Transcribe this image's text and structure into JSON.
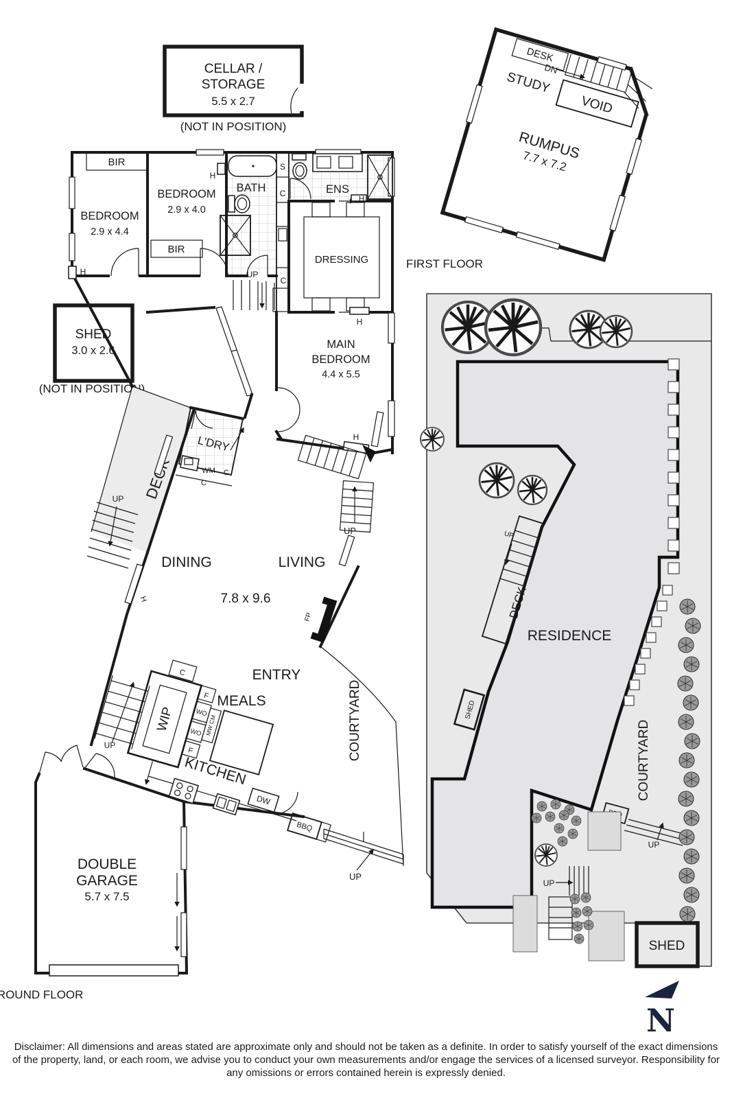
{
  "labels": {
    "up": "UP",
    "dn": "DN",
    "h": "H",
    "c": "C",
    "s": "S",
    "f": "F",
    "wo": "WO",
    "mw_cm": "MW CM",
    "wm": "WM",
    "fp": "FP",
    "dw": "DW",
    "bbq": "BBQ",
    "desk": "DESK",
    "void": "VOID",
    "bir": "BIR"
  },
  "cellar": {
    "line1": "CELLAR /",
    "line2": "STORAGE",
    "dim": "5.5 x 2.7",
    "note": "(NOT IN POSITION)"
  },
  "shed_nip": {
    "name": "SHED",
    "dim": "3.0 x 2.6",
    "note": "(NOT IN POSITION)"
  },
  "first_floor": {
    "title": "FIRST FLOOR",
    "study": "STUDY",
    "rumpus": "RUMPUS",
    "rumpus_dim": "7.7 x 7.2"
  },
  "ground_floor": {
    "title": "GROUND FLOOR",
    "bedroom1": "BEDROOM",
    "bedroom1_dim": "2.9 x 4.4",
    "bedroom2": "BEDROOM",
    "bedroom2_dim": "2.9 x 4.0",
    "bath": "BATH",
    "ens": "ENS",
    "dressing": "DRESSING",
    "main1": "MAIN",
    "main2": "BEDROOM",
    "main_dim": "4.4 x 5.5",
    "ldry": "L'DRY",
    "deck": "DECK",
    "dining": "DINING",
    "living": "LIVING",
    "living_dim": "7.8 x 9.6",
    "entry": "ENTRY",
    "meals": "MEALS",
    "wip": "WIP",
    "kitchen": "KITCHEN",
    "courtyard": "COURTYARD",
    "garage1": "DOUBLE",
    "garage2": "GARAGE",
    "garage_dim": "5.7 x 7.5"
  },
  "site": {
    "residence": "RESIDENCE",
    "deck": "DECK",
    "shed": "SHED",
    "courtyard": "COURTYARD",
    "shed_box": "SHED"
  },
  "compass": {
    "n": "N"
  },
  "disclaimer": "Disclaimer: All dimensions and areas stated are approximate only and should not be taken as a definite. In order to satisfy yourself of the exact dimensions of the property, land, or each room, we advise you to conduct your own measurements and/or engage the services of a licensed surveyor. Responsibility for any omissions or errors contained herein is expressly denied."
}
